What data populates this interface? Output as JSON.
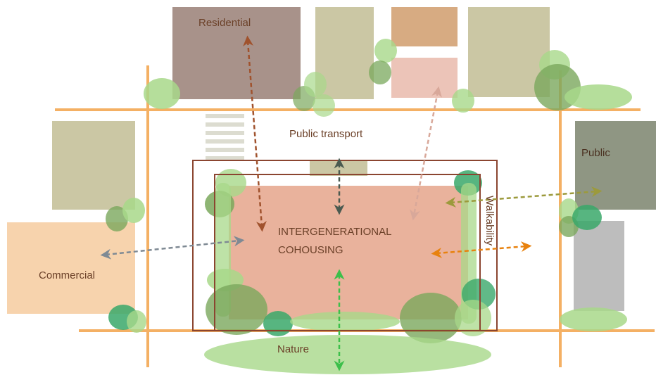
{
  "labels": {
    "residential": "Residential",
    "public_transport": "Public transport",
    "public": "Public",
    "commercial": "Commercial",
    "center_line1": "INTERGENERATIONAL",
    "center_line2": "COHOUSING",
    "walkability": "Walkability",
    "nature": "Nature"
  },
  "colors": {
    "road": "#f4b064",
    "residential": "#a8928a",
    "residential_arrow": "#a0522d",
    "commercial": "#f7d3ad",
    "commercial_arrow": "#7f8a94",
    "public": "#8f9683",
    "public_arrow": "#9c9a3c",
    "transport_arrow": "#4a5a50",
    "nature_arrow": "#3cbf4a",
    "walkability_arrow": "#e8820e",
    "pink_arrow": "#d8a89a",
    "cohousing": "#e9b29c",
    "frame": "#8b4530",
    "tree_light": "#a8d88a",
    "tree_mid": "#7aa85c",
    "tree_dark": "#3aa86a",
    "text": "#6b4028"
  }
}
